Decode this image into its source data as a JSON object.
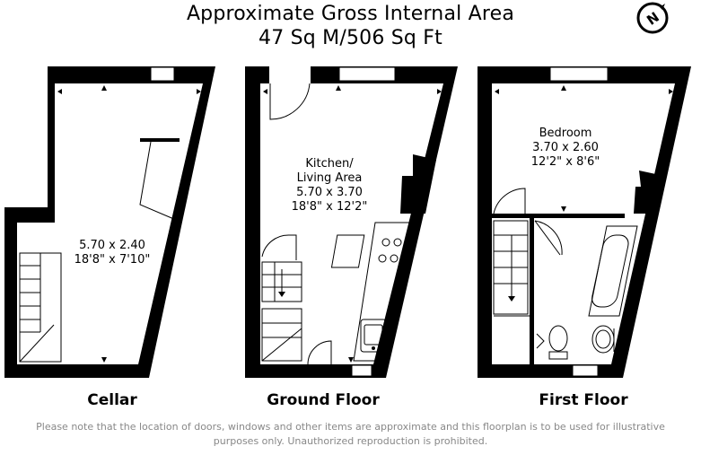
{
  "header": {
    "title_line1": "Approximate Gross Internal Area",
    "title_line2": "47 Sq M/506 Sq Ft"
  },
  "compass": {
    "icon": "north-compass-icon",
    "letter": "N"
  },
  "floors": [
    {
      "label": "Cellar",
      "rooms": [
        {
          "name": "",
          "dims_m": "5.70 x 2.40",
          "dims_ft": "18'8\" x 7'10\""
        }
      ]
    },
    {
      "label": "Ground Floor",
      "rooms": [
        {
          "name_line1": "Kitchen/",
          "name_line2": "Living Area",
          "dims_m": "5.70 x 3.70",
          "dims_ft": "18'8\" x 12'2\""
        }
      ]
    },
    {
      "label": "First Floor",
      "rooms": [
        {
          "name": "Bedroom",
          "dims_m": "3.70 x 2.60",
          "dims_ft": "12'2\" x 8'6\""
        }
      ]
    }
  ],
  "disclaimer_line1": "Please note that the location of doors, windows and other items are approximate and this floorplan is to be used for illustrative",
  "disclaimer_line2": "purposes only. Unauthorized reproduction is prohibited."
}
